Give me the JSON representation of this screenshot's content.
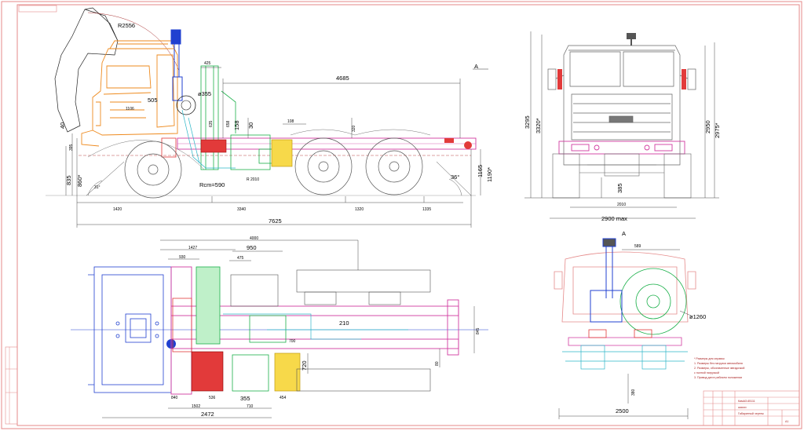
{
  "side_view": {
    "dims": {
      "cab_tilt_radius": "R2556",
      "d_425": "425",
      "d_4685": "4685",
      "filter_dia": "ø355",
      "d_505": "505",
      "d_1106": "1106",
      "d_40": "40",
      "d_395": "395",
      "d_635": "635",
      "d_658": "658",
      "d_30": "30",
      "d_158": "158",
      "d_108": "108",
      "d_320": "320",
      "d_835": "835",
      "d_860": "860*",
      "angle_front": "31°",
      "angle_rear": "36°",
      "radius_rcm": "Rcm=590",
      "radius_2010": "R 2010",
      "d_1165": "1165",
      "d_1190": "1190*",
      "d_1420": "1420",
      "d_3340": "3340",
      "d_1320": "1320",
      "d_1335": "1335",
      "overall_length": "7625",
      "view_marker": "A"
    }
  },
  "front_view": {
    "dims": {
      "d_3295": "3295",
      "d_3320": "3320*",
      "d_2950": "2950",
      "d_2975": "2975*",
      "d_385": "385",
      "d_2010": "2010",
      "width_max": "2900 max"
    }
  },
  "top_view": {
    "dims": {
      "d_4000": "4000",
      "d_1427": "1427",
      "d_950": "950",
      "d_930": "930",
      "d_475": "475",
      "d_210": "210",
      "d_700": "700",
      "d_845": "845",
      "d_80": "80",
      "d_720": "720",
      "d_840": "840",
      "d_536": "536",
      "d_355": "355",
      "d_454": "454",
      "d_1502": "1502",
      "d_710": "710",
      "overall_2472": "2472"
    }
  },
  "rear_view": {
    "dims": {
      "view_marker": "A",
      "d_589": "589",
      "wheel_dia": "ø1260",
      "d_380": "380",
      "track": "2500"
    },
    "notes": [
      "* Размеры для справок",
      "1. Размеры без нагрузки автомобиля",
      "2. Размеры, обозначенные звездочкой",
      "с полной нагрузкой",
      "3. Привод дан в рабочем положении"
    ]
  },
  "title_block": {
    "rows": [
      "КамАЗ-65111",
      "шасси",
      "Габаритный чертеж"
    ],
    "sheet_code": "А1"
  }
}
